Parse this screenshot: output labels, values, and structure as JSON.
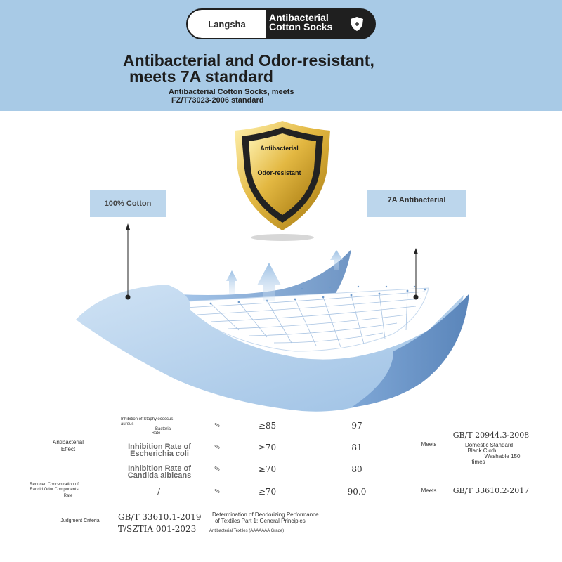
{
  "header": {
    "brand": "Langsha",
    "badge_line1": "Antibacterial",
    "badge_line2": "Cotton Socks",
    "badge_icon": "shield-plus-icon",
    "title_line1": "Antibacterial and Odor-resistant,",
    "title_line2": "meets 7A standard",
    "subtitle_line1": "Antibacterial Cotton Socks, meets",
    "subtitle_line2": "FZ/T73023-2006 standard"
  },
  "illustration": {
    "shield_line1": "Antibacterial",
    "shield_line2": "Odor-resistant",
    "label_left": "100% Cotton",
    "label_right": "7A Antibacterial",
    "colors": {
      "gold": "#d9b23a",
      "fabric": "#8fb6df",
      "header": "#a8cae6"
    }
  },
  "table": {
    "group1_label_1": "Antibacterial",
    "group1_label_2": "Effect",
    "rows": [
      {
        "name_1": "Inhibition of Staphylococcus",
        "name_2": "aureus",
        "name_3": "Bacteria",
        "name_4": "Rate",
        "unit": "%",
        "requirement": "≥85",
        "result": "97"
      },
      {
        "name_1": "Inhibition Rate of",
        "name_2": "Escherichia coli",
        "unit": "%",
        "requirement": "≥70",
        "result": "81"
      },
      {
        "name_1": "Inhibition Rate of",
        "name_2": "Candida albicans",
        "unit": "%",
        "requirement": "≥70",
        "result": "80"
      },
      {
        "name_1": "Reduced Concentration of",
        "name_2": "Rancid Odor Components",
        "name_3": "Rate",
        "sub": "/",
        "unit": "%",
        "requirement": "≥70",
        "result": "90.0"
      }
    ],
    "meets_1": "Meets",
    "meets_2": "Meets",
    "std1_code": "GB/T 20944.3-2008",
    "std1_line1": "Domestic Standard",
    "std1_line2": "Blank Cloth",
    "std1_line3": "Washable 150",
    "std1_line4": "times",
    "std2_code": "GB/T 33610.2-2017",
    "judgment_label": "Judgment Criteria:",
    "judgment_code1": "GB/T 33610.1-2019",
    "judgment_desc1_1": "Determination of Deodorizing Performance",
    "judgment_desc1_2": "of Textiles Part 1: General Principles",
    "judgment_code2": "T/SZTIA 001-2023",
    "judgment_desc2": "Antibacterial Textiles (AAAAAAA Grade)"
  }
}
